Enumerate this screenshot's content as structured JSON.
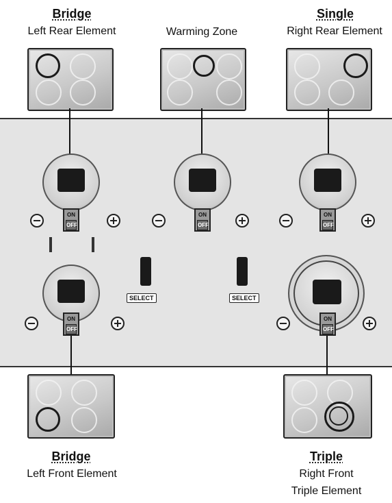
{
  "labels": {
    "top_left_title": "Bridge",
    "top_left_sub": "Left Rear Element",
    "top_mid_sub": "Warming Zone",
    "top_right_title": "Single",
    "top_right_sub": "Right Rear Element",
    "bottom_left_title": "Bridge",
    "bottom_left_sub": "Left Front Element",
    "bottom_right_title": "Triple",
    "bottom_right_sub1": "Right Front",
    "bottom_right_sub2": "Triple Element"
  },
  "controls": {
    "on_label": "ON",
    "off_label": "OFF",
    "select_label": "SELECT"
  },
  "icons": [
    "cooktop-icon",
    "knob-icon",
    "plus-icon",
    "minus-icon"
  ]
}
